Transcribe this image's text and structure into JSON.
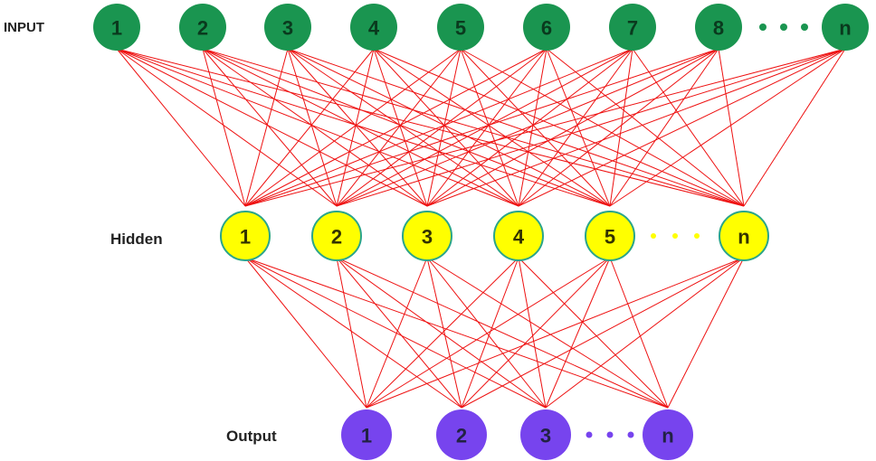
{
  "layers": {
    "input": {
      "label": "INPUT",
      "nodes": [
        "1",
        "2",
        "3",
        "4",
        "5",
        "6",
        "7",
        "8",
        "n"
      ],
      "fill": "#1a9550",
      "text_color": "#0a3a1e"
    },
    "hidden": {
      "label": "Hidden",
      "nodes": [
        "1",
        "2",
        "3",
        "4",
        "5",
        "n"
      ],
      "fill": "#ffff00",
      "stroke": "#2aa58a",
      "text_color": "#333300"
    },
    "output": {
      "label": "Output",
      "nodes": [
        "1",
        "2",
        "3",
        "n"
      ],
      "fill": "#7744ee",
      "text_color": "#222244"
    }
  },
  "connection_color": "#ee1111"
}
